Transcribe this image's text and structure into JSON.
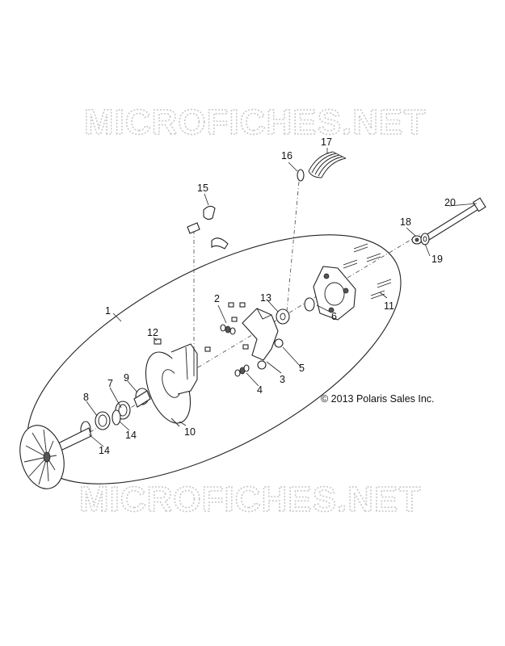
{
  "watermark": {
    "top": "MICROFICHES.NET",
    "bottom": "MICROFICHES.NET"
  },
  "copyright": "© 2013 Polaris Sales Inc.",
  "callouts": [
    "1",
    "2",
    "3",
    "4",
    "5",
    "6",
    "7",
    "8",
    "9",
    "10",
    "11",
    "12",
    "13",
    "14",
    "14",
    "15",
    "16",
    "17",
    "18",
    "19",
    "20"
  ]
}
